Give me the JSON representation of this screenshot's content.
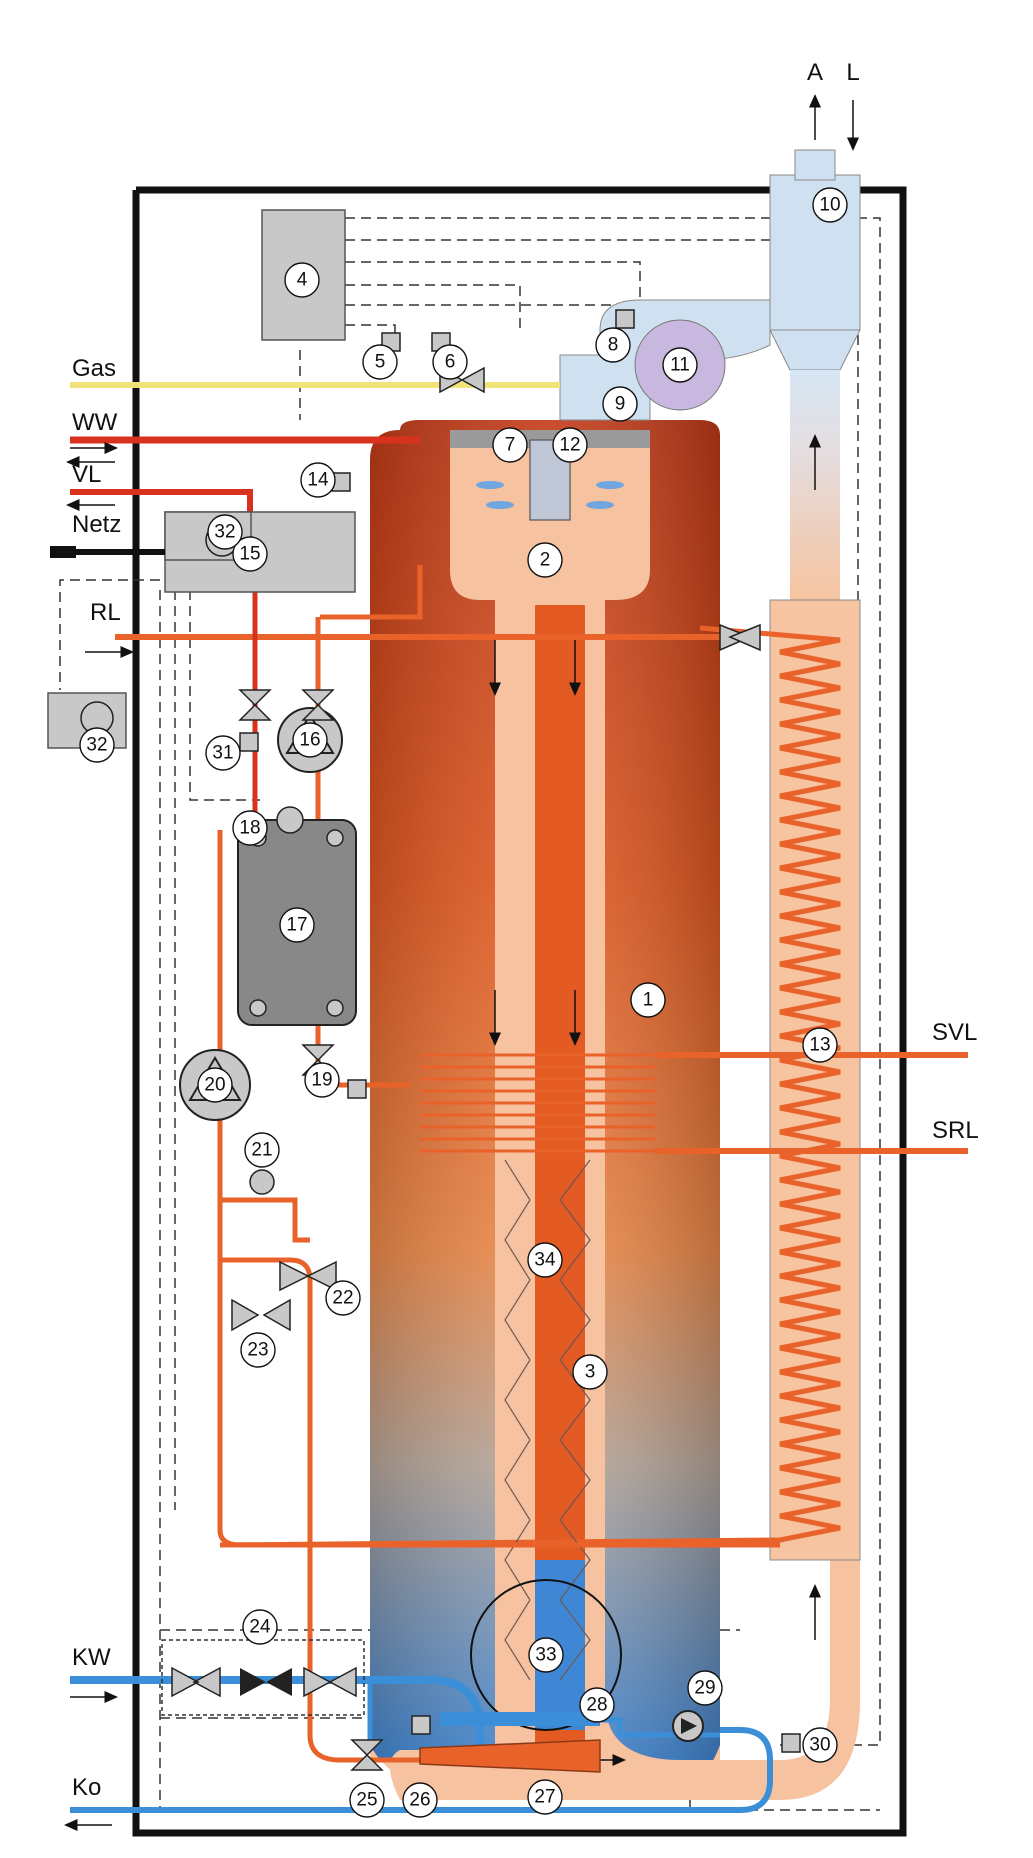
{
  "labels": {
    "exhaust": "A",
    "air": "L",
    "gas": "Gas",
    "hot_water": "WW",
    "flow": "VL",
    "mains": "Netz",
    "return": "RL",
    "cold_water": "KW",
    "condensate": "Ko",
    "solar_flow": "SVL",
    "solar_return": "SRL"
  },
  "numbers": {
    "n1": "1",
    "n2": "2",
    "n3": "3",
    "n4": "4",
    "n5": "5",
    "n6": "6",
    "n7": "7",
    "n8": "8",
    "n9": "9",
    "n10": "10",
    "n11": "11",
    "n12": "12",
    "n13": "13",
    "n14": "14",
    "n15": "15",
    "n16": "16",
    "n17": "17",
    "n18": "18",
    "n19": "19",
    "n20": "20",
    "n21": "21",
    "n22": "22",
    "n23": "23",
    "n24": "24",
    "n25": "25",
    "n26": "26",
    "n27": "27",
    "n28": "28",
    "n29": "29",
    "n30": "30",
    "n31": "31",
    "n32": "32",
    "n32b": "32",
    "n33": "33",
    "n34": "34"
  },
  "colors": {
    "tank_top": "#c8421b",
    "tank_mid": "#e8622a",
    "tank_bottom": "#4f8fd6",
    "heating_pipe": "#e87a3a",
    "hot_pipe": "#d8321e",
    "cold_pipe": "#3b8fd8",
    "gas_pipe": "#f2e27a",
    "flue": "#cfe0f0",
    "combustion": "#f6c4a0",
    "component_grey": "#c8c8c8"
  }
}
